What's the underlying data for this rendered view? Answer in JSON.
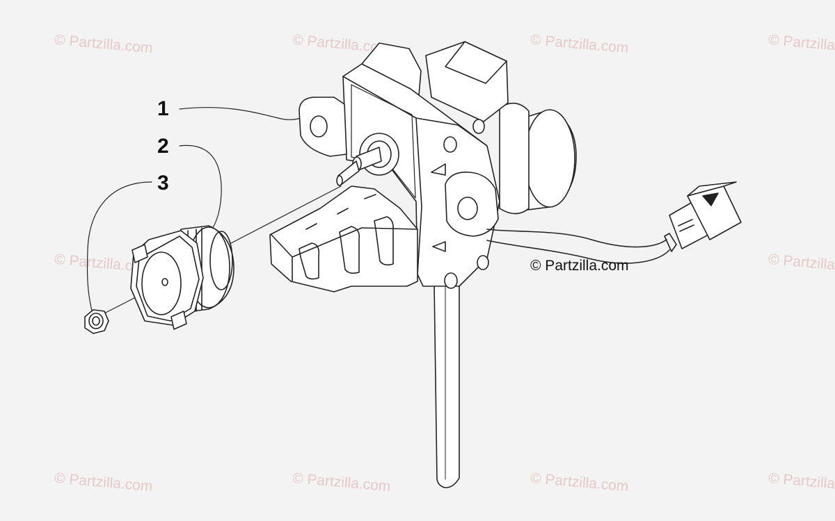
{
  "callouts": [
    {
      "number": "1"
    },
    {
      "number": "2"
    },
    {
      "number": "3"
    }
  ],
  "credit": "© Partzilla.com",
  "watermark_text": "© Partzilla.com",
  "colors": {
    "background": "#f3f3f3",
    "line": "#222222",
    "part_fill": "#ffffff",
    "watermark": "#e6c9c9"
  }
}
